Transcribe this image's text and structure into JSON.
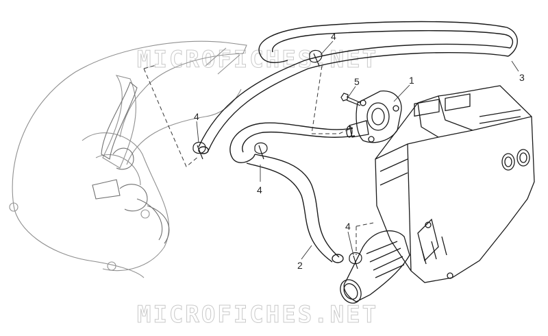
{
  "watermarks": {
    "top": "MICROFICHES.NET",
    "bottom": "MICROFICHES.NET"
  },
  "callouts": {
    "p1": "1",
    "p2": "2",
    "p3": "3",
    "p4a": "4",
    "p4b": "4",
    "p4c": "4",
    "p4d": "4",
    "p5": "5"
  },
  "colors": {
    "line": "#1a1a1a",
    "ghost": "#9a9a9a",
    "watermark": "#c9c9c9"
  }
}
